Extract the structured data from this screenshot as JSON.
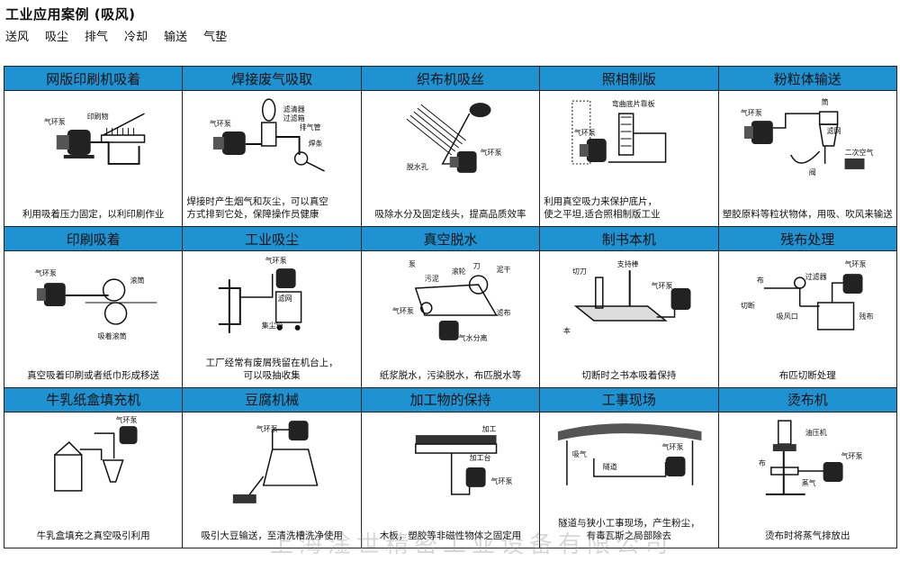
{
  "header": {
    "title": "工业应用案例 (吸风)",
    "tags": [
      "送风",
      "吸尘",
      "排气",
      "冷却",
      "输送",
      "气垫"
    ]
  },
  "cells": [
    {
      "title": "网版印刷机吸着",
      "caption": [
        "利用吸着压力固定，以利印刷作业"
      ],
      "labels": [
        "气环泵",
        "印刷物"
      ]
    },
    {
      "title": "焊接废气吸取",
      "caption": [
        "焊接时产生烟气和灰尘，可以真空",
        "方式排到它处，保障操作员健康"
      ],
      "labels": [
        "气环泵",
        "滤清器",
        "过滤箱",
        "排气管",
        "焊条"
      ]
    },
    {
      "title": "织布机吸丝",
      "caption": [
        "吸除水分及固定线头，提高品质效率"
      ],
      "labels": [
        "脱水孔",
        "气环泵"
      ]
    },
    {
      "title": "照相制版",
      "caption": [
        "利用真空吸力来保护底片，",
        "使之平坦,适合照相制版工业"
      ],
      "labels": [
        "弯曲底片靠板",
        "气环泵"
      ]
    },
    {
      "title": "粉粒体输送",
      "caption": [
        "塑胶原料等粒状物体，用吸、吹风来输送"
      ],
      "labels": [
        "气环泵",
        "筒",
        "滤网",
        "二次空气",
        "阀"
      ]
    },
    {
      "title": "印刷吸着",
      "caption": [
        "真空吸着印刷或者纸巾形成移送"
      ],
      "labels": [
        "气环泵",
        "滚筒",
        "吸着滚筒"
      ]
    },
    {
      "title": "工业吸尘",
      "caption": [
        "工厂经常有废屑残留在机台上，",
        "可以吸抽收集"
      ],
      "labels": [
        "气环泵",
        "滤网",
        "集尘箱"
      ]
    },
    {
      "title": "真空脱水",
      "caption": [
        "纸浆脱水，污染脱水，布匹脱水等"
      ],
      "labels": [
        "泵",
        "污泥",
        "滚轮",
        "刀",
        "泥干",
        "气环泵",
        "滤布",
        "气水分离"
      ]
    },
    {
      "title": "制书本机",
      "caption": [
        "切断时之书本吸着保持"
      ],
      "labels": [
        "切刀",
        "支持棒",
        "气环泵",
        "本"
      ]
    },
    {
      "title": "残布处理",
      "caption": [
        "布匹切断处理"
      ],
      "labels": [
        "布",
        "过滤器",
        "气环泵",
        "切断",
        "吸风口",
        "残布"
      ]
    },
    {
      "title": "牛乳纸盒填充机",
      "caption": [
        "牛乳盒填充之真空吸引利用"
      ],
      "labels": [
        "气环泵"
      ]
    },
    {
      "title": "豆腐机械",
      "caption": [
        "吸引大豆输送，至清洗槽洗净使用"
      ],
      "labels": [
        "气环泵"
      ]
    },
    {
      "title": "加工物的保持",
      "caption": [
        "木板，塑胶等非磁性物体之固定用"
      ],
      "labels": [
        "加工",
        "加工台",
        "气环泵"
      ]
    },
    {
      "title": "工事现场",
      "caption": [
        "隧道与狭小工事现场，产生粉尘，",
        "有毒瓦斯之局部除去"
      ],
      "labels": [
        "吸气",
        "隧道",
        "气环泵"
      ]
    },
    {
      "title": "烫布机",
      "caption": [
        "烫布时将蒸气排放出"
      ],
      "labels": [
        "油压机",
        "布",
        "蒸气",
        "气环泵"
      ]
    }
  ],
  "watermark": "上海淦世精密工业设备有限公司"
}
